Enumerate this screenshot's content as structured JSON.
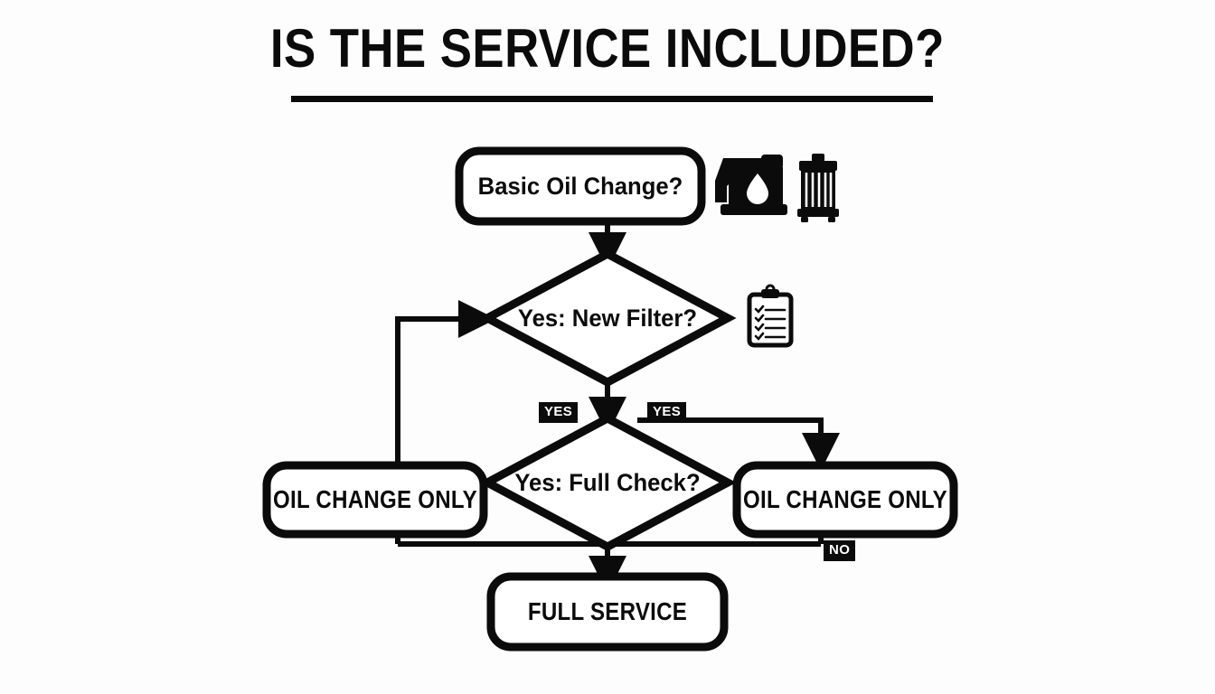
{
  "page": {
    "title": "IS THE SERVICE INCLUDED?",
    "background_color": "#fdfdfd",
    "ink_color": "#0b0b0b",
    "tag_text_color": "#ffffff"
  },
  "nodes": {
    "start": {
      "label": "Basic Oil Change?",
      "shape": "rounded-rect"
    },
    "decision_filter": {
      "label": "Yes: New Filter?",
      "shape": "diamond"
    },
    "decision_check": {
      "label": "Yes: Full Check?",
      "shape": "diamond"
    },
    "outcome_left": {
      "label": "OIL CHANGE ONLY",
      "shape": "rounded-rect"
    },
    "outcome_right": {
      "label": "OIL CHANGE ONLY",
      "shape": "rounded-rect"
    },
    "outcome_full": {
      "label": "FULL SERVICE",
      "shape": "rounded-rect"
    }
  },
  "edge_labels": {
    "yes_left": "YES",
    "yes_right": "YES",
    "no_right": "NO"
  },
  "icons": {
    "oil_can": "oil-can-icon",
    "oil_filter": "oil-filter-icon",
    "checklist": "clipboard-checklist-icon"
  }
}
